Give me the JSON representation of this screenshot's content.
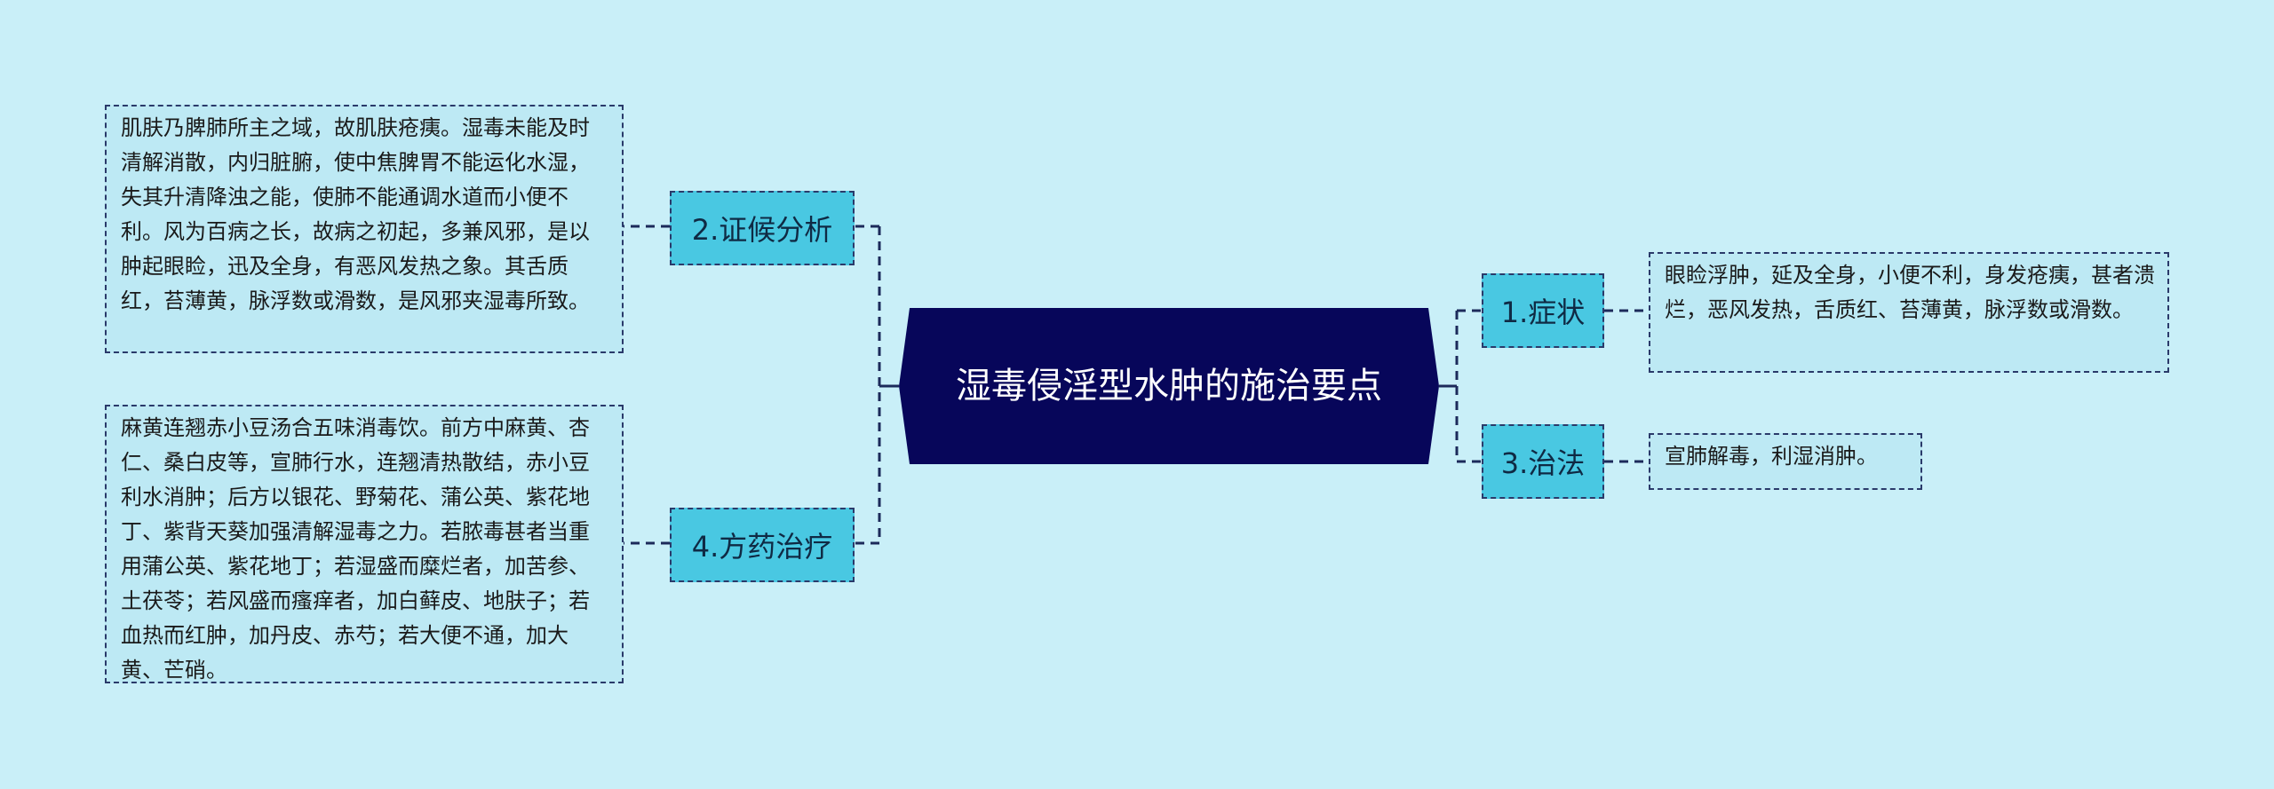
{
  "root": {
    "title": "湿毒侵淫型水肿的施治要点"
  },
  "branches": {
    "zhengzhuang": {
      "label": "1.症状",
      "detail": "眼睑浮肿，延及全身，小便不利，身发疮痍，甚者溃烂，恶风发热，舌质红、苔薄黄，脉浮数或滑数。"
    },
    "zhifa": {
      "label": "3.治法",
      "detail": "宣肺解毒，利湿消肿。"
    },
    "zhenghou": {
      "label": "2.证候分析",
      "detail": "肌肤乃脾肺所主之域，故肌肤疮痍。湿毒未能及时清解消散，内归脏腑，使中焦脾胃不能运化水湿，失其升清降浊之能，使肺不能通调水道而小便不利。风为百病之长，故病之初起，多兼风邪，是以肿起眼睑，迅及全身，有恶风发热之象。其舌质红，苔薄黄，脉浮数或滑数，是风邪夹湿毒所致。"
    },
    "fangyao": {
      "label": "4.方药治疗",
      "detail": "麻黄连翘赤小豆汤合五味消毒饮。前方中麻黄、杏仁、桑白皮等，宣肺行水，连翘清热散结，赤小豆利水消肿；后方以银花、野菊花、蒲公英、紫花地丁、紫背天葵加强清解湿毒之力。若脓毒甚者当重用蒲公英、紫花地丁；若湿盛而糜烂者，加苦参、土茯苓；若风盛而瘙痒者，加白藓皮、地肤子；若血热而红肿，加丹皮、赤芍；若大便不通，加大黄、芒硝。"
    }
  }
}
